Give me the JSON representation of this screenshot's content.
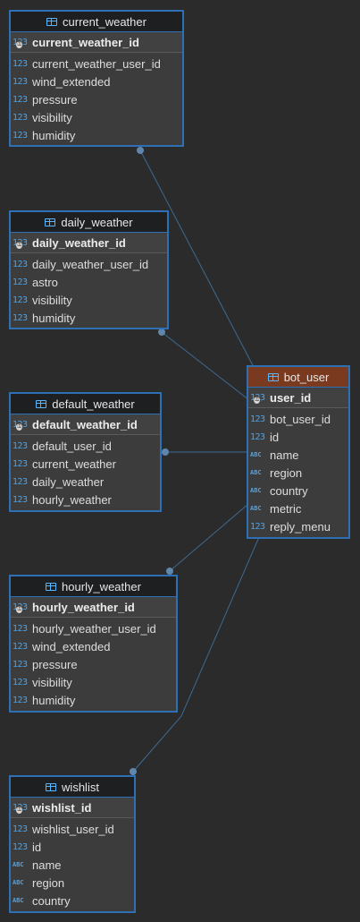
{
  "colors": {
    "background": "#2b2b2c",
    "table_border": "#2f6fb3",
    "header_dark": "#1e1f21",
    "header_accent": "#7a3a20",
    "type_icon": "#4aa3e8",
    "connector": "#3e6a90"
  },
  "tables": {
    "current_weather": {
      "icon": "table-icon",
      "title": "current_weather",
      "pk": {
        "type": "123",
        "name": "current_weather_id"
      },
      "columns": [
        {
          "type": "123",
          "name": "current_weather_user_id"
        },
        {
          "type": "123",
          "name": "wind_extended"
        },
        {
          "type": "123",
          "name": "pressure"
        },
        {
          "type": "123",
          "name": "visibility"
        },
        {
          "type": "123",
          "name": "humidity"
        }
      ]
    },
    "daily_weather": {
      "icon": "table-icon",
      "title": "daily_weather",
      "pk": {
        "type": "123",
        "name": "daily_weather_id"
      },
      "columns": [
        {
          "type": "123",
          "name": "daily_weather_user_id"
        },
        {
          "type": "123",
          "name": "astro"
        },
        {
          "type": "123",
          "name": "visibility"
        },
        {
          "type": "123",
          "name": "humidity"
        }
      ]
    },
    "default_weather": {
      "icon": "table-icon",
      "title": "default_weather",
      "pk": {
        "type": "123",
        "name": "default_weather_id"
      },
      "columns": [
        {
          "type": "123",
          "name": "default_user_id"
        },
        {
          "type": "123",
          "name": "current_weather"
        },
        {
          "type": "123",
          "name": "daily_weather"
        },
        {
          "type": "123",
          "name": "hourly_weather"
        }
      ]
    },
    "hourly_weather": {
      "icon": "table-icon",
      "title": "hourly_weather",
      "pk": {
        "type": "123",
        "name": "hourly_weather_id"
      },
      "columns": [
        {
          "type": "123",
          "name": "hourly_weather_user_id"
        },
        {
          "type": "123",
          "name": "wind_extended"
        },
        {
          "type": "123",
          "name": "pressure"
        },
        {
          "type": "123",
          "name": "visibility"
        },
        {
          "type": "123",
          "name": "humidity"
        }
      ]
    },
    "wishlist": {
      "icon": "table-icon",
      "title": "wishlist",
      "pk": {
        "type": "123",
        "name": "wishlist_id"
      },
      "columns": [
        {
          "type": "123",
          "name": "wishlist_user_id"
        },
        {
          "type": "123",
          "name": "id"
        },
        {
          "type": "ABC",
          "name": "name"
        },
        {
          "type": "ABC",
          "name": "region"
        },
        {
          "type": "ABC",
          "name": "country"
        }
      ]
    },
    "bot_user": {
      "icon": "table-icon",
      "title": "bot_user",
      "pk": {
        "type": "123",
        "name": "user_id"
      },
      "columns": [
        {
          "type": "123",
          "name": "bot_user_id"
        },
        {
          "type": "123",
          "name": "id"
        },
        {
          "type": "ABC",
          "name": "name"
        },
        {
          "type": "ABC",
          "name": "region"
        },
        {
          "type": "ABC",
          "name": "country"
        },
        {
          "type": "ABC",
          "name": "metric"
        },
        {
          "type": "123",
          "name": "reply_menu"
        }
      ]
    }
  },
  "relations": [
    {
      "from": "current_weather",
      "to": "bot_user"
    },
    {
      "from": "daily_weather",
      "to": "bot_user"
    },
    {
      "from": "default_weather",
      "to": "bot_user"
    },
    {
      "from": "hourly_weather",
      "to": "bot_user"
    },
    {
      "from": "wishlist",
      "to": "bot_user"
    }
  ]
}
